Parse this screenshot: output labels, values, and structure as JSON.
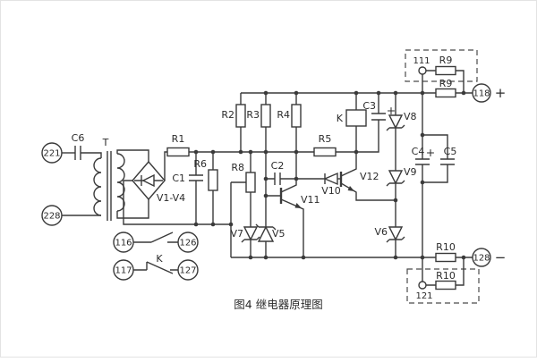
{
  "diagram": {
    "caption": "图4  继电器原理图",
    "colors": {
      "line": "#3a3a3a",
      "background": "#ffffff",
      "text": "#2b2b2b"
    },
    "terminals": {
      "t221": "221",
      "t228": "228",
      "t116": "116",
      "t126": "126",
      "t117": "117",
      "t127": "127",
      "t111": "111",
      "t118": "118",
      "t121": "121",
      "t128": "128"
    },
    "labels": {
      "c6": "C6",
      "transformer": "T",
      "bridge": "V1-V4",
      "r1": "R1",
      "c1": "C1",
      "r6": "R6",
      "r8": "R8",
      "r2": "R2",
      "r3": "R3",
      "r4": "R4",
      "c2": "C2",
      "v11": "V11",
      "v10": "V10",
      "v12": "V12",
      "r5": "R5",
      "k_coil": "K",
      "k_switch": "K",
      "c3": "C3",
      "v8": "V8",
      "v9": "V9",
      "v7": "V7",
      "v5": "V5",
      "v6": "V6",
      "r9_top": "R9",
      "r9_main": "R9",
      "r10_main": "R10",
      "r10_bottom": "R10",
      "c4": "C4",
      "c5": "C5",
      "plus_c3": "+",
      "plus_c4": "+",
      "plus_main": "+",
      "minus_main": "−"
    }
  }
}
